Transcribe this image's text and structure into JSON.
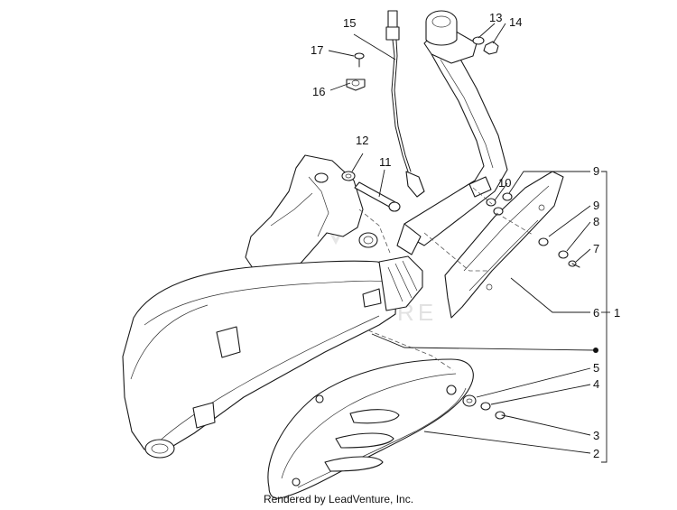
{
  "diagram": {
    "watermark": "LEADVENTURE",
    "footer": "Rendered by LeadVenture, Inc.",
    "callouts": {
      "c1": "1",
      "c2": "2",
      "c3": "3",
      "c4": "4",
      "c5": "5",
      "c6": "6",
      "c7": "7",
      "c8": "8",
      "c9a": "9",
      "c9b": "9",
      "c10": "10",
      "c11": "11",
      "c12": "12",
      "c13": "13",
      "c14": "14",
      "c15": "15",
      "c16": "16",
      "c17": "17"
    }
  }
}
